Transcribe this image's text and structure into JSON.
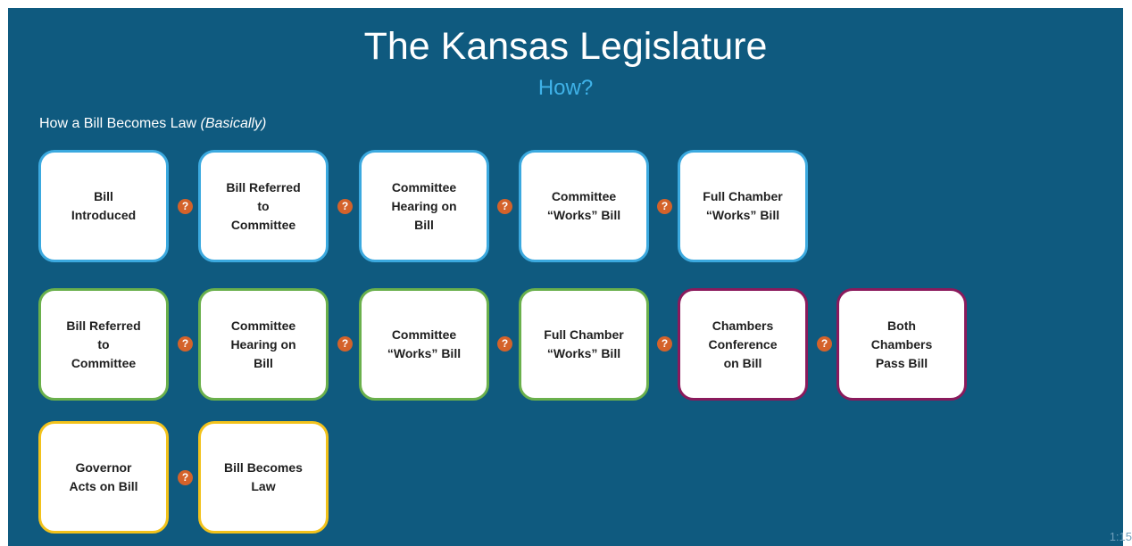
{
  "slide": {
    "title": "The Kansas Legislature",
    "subtitle": "How?",
    "heading_main": "How a Bill Becomes Law ",
    "heading_em": "(Basically)",
    "page_number": "1:15"
  },
  "flow": {
    "connector_symbol": "?",
    "row1": [
      {
        "label": "Bill\nIntroduced",
        "stage": "blue"
      },
      {
        "label": "Bill Referred\nto\nCommittee",
        "stage": "blue"
      },
      {
        "label": "Committee\nHearing on\nBill",
        "stage": "blue"
      },
      {
        "label": "Committee\n“Works” Bill",
        "stage": "blue"
      },
      {
        "label": "Full Chamber\n“Works” Bill",
        "stage": "blue"
      }
    ],
    "row2": [
      {
        "label": "Bill Referred\nto\nCommittee",
        "stage": "green"
      },
      {
        "label": "Committee\nHearing on\nBill",
        "stage": "green"
      },
      {
        "label": "Committee\n“Works” Bill",
        "stage": "green"
      },
      {
        "label": "Full Chamber\n“Works” Bill",
        "stage": "green"
      },
      {
        "label": "Chambers\nConference\non Bill",
        "stage": "purple"
      },
      {
        "label": "Both\nChambers\nPass Bill",
        "stage": "purple"
      }
    ],
    "row3": [
      {
        "label": "Governor\nActs on Bill",
        "stage": "yellow"
      },
      {
        "label": "Bill Becomes\nLaw",
        "stage": "yellow"
      }
    ]
  },
  "colors": {
    "background": "#0f5a7f",
    "subtitle": "#3fb2e8",
    "blue_border": "#3ba9df",
    "green_border": "#6ab04c",
    "purple_border": "#8a1a5c",
    "yellow_border": "#f2c21b",
    "connector": "#d4622a"
  }
}
